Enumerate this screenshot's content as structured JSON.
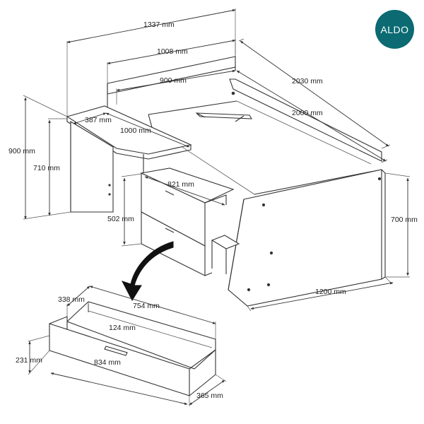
{
  "brand": {
    "logo_text": "ALDO",
    "color": "#0b6a72"
  },
  "dimensions": {
    "total_width": "1337 mm",
    "headboard_width": "1008 mm",
    "bed_length": "2030 mm",
    "inner_width": "900 mm",
    "mattress_length": "2000 mm",
    "desk_depth": "387 mm",
    "desk_width": "1000 mm",
    "total_height": "900 mm",
    "desk_height": "710 mm",
    "cabinet_width": "821 mm",
    "cabinet_height": "502 mm",
    "bed_height": "700 mm",
    "bed_width": "1200 mm"
  },
  "drawer": {
    "depth_outer": "338 mm",
    "length_inner": "754 mm",
    "height_inner": "124 mm",
    "height": "231 mm",
    "length": "834 mm",
    "depth": "365 mm"
  }
}
